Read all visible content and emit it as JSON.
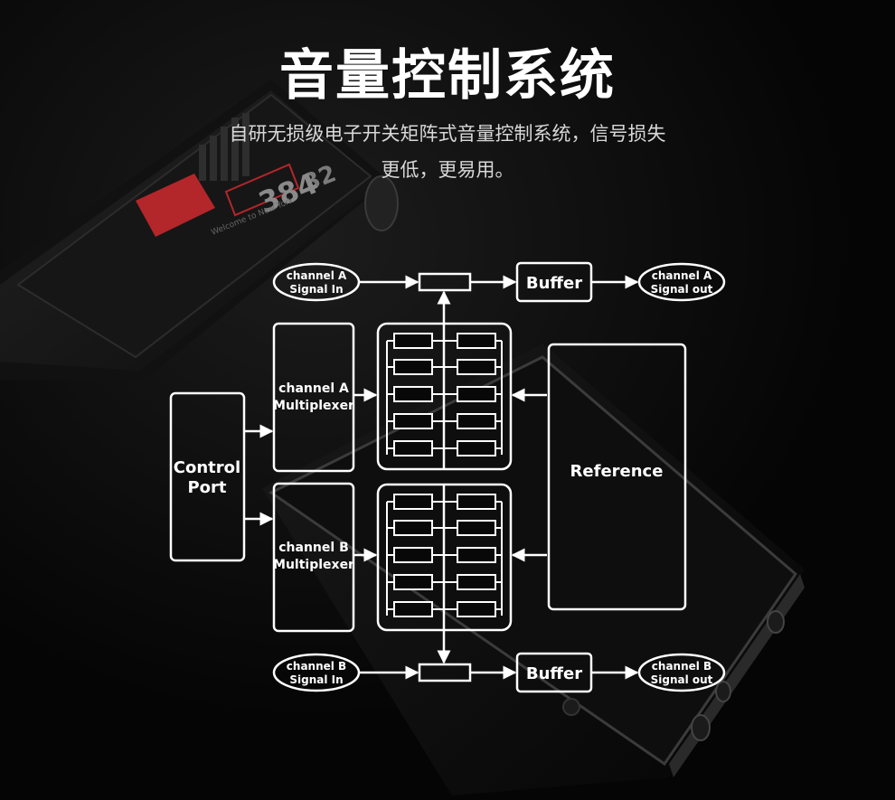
{
  "header": {
    "title": "音量控制系统",
    "subtitle_line1": "自研无损级电子开关矩阵式音量控制系统，信号损失",
    "subtitle_line2": "更低，更易用。"
  },
  "background": {
    "device_display": {
      "number_a": "32",
      "number_b": "384",
      "welcome_text": "Welcome to New York"
    }
  },
  "diagram": {
    "channel_a_in": [
      "channel A",
      "Signal In"
    ],
    "channel_a_out": [
      "channel A",
      "Signal out"
    ],
    "channel_b_in": [
      "channel B",
      "Signal In"
    ],
    "channel_b_out": [
      "channel B",
      "Signal out"
    ],
    "buffer_a": "Buffer",
    "buffer_b": "Buffer",
    "control_port": [
      "Control",
      "Port"
    ],
    "mux_a": [
      "channel A",
      "Multiplexer"
    ],
    "mux_b": [
      "channel B",
      "Multiplexer"
    ],
    "reference": "Reference"
  },
  "colors": {
    "background": "#070707",
    "line": "#ffffff",
    "accent_red": "#b3262a"
  }
}
